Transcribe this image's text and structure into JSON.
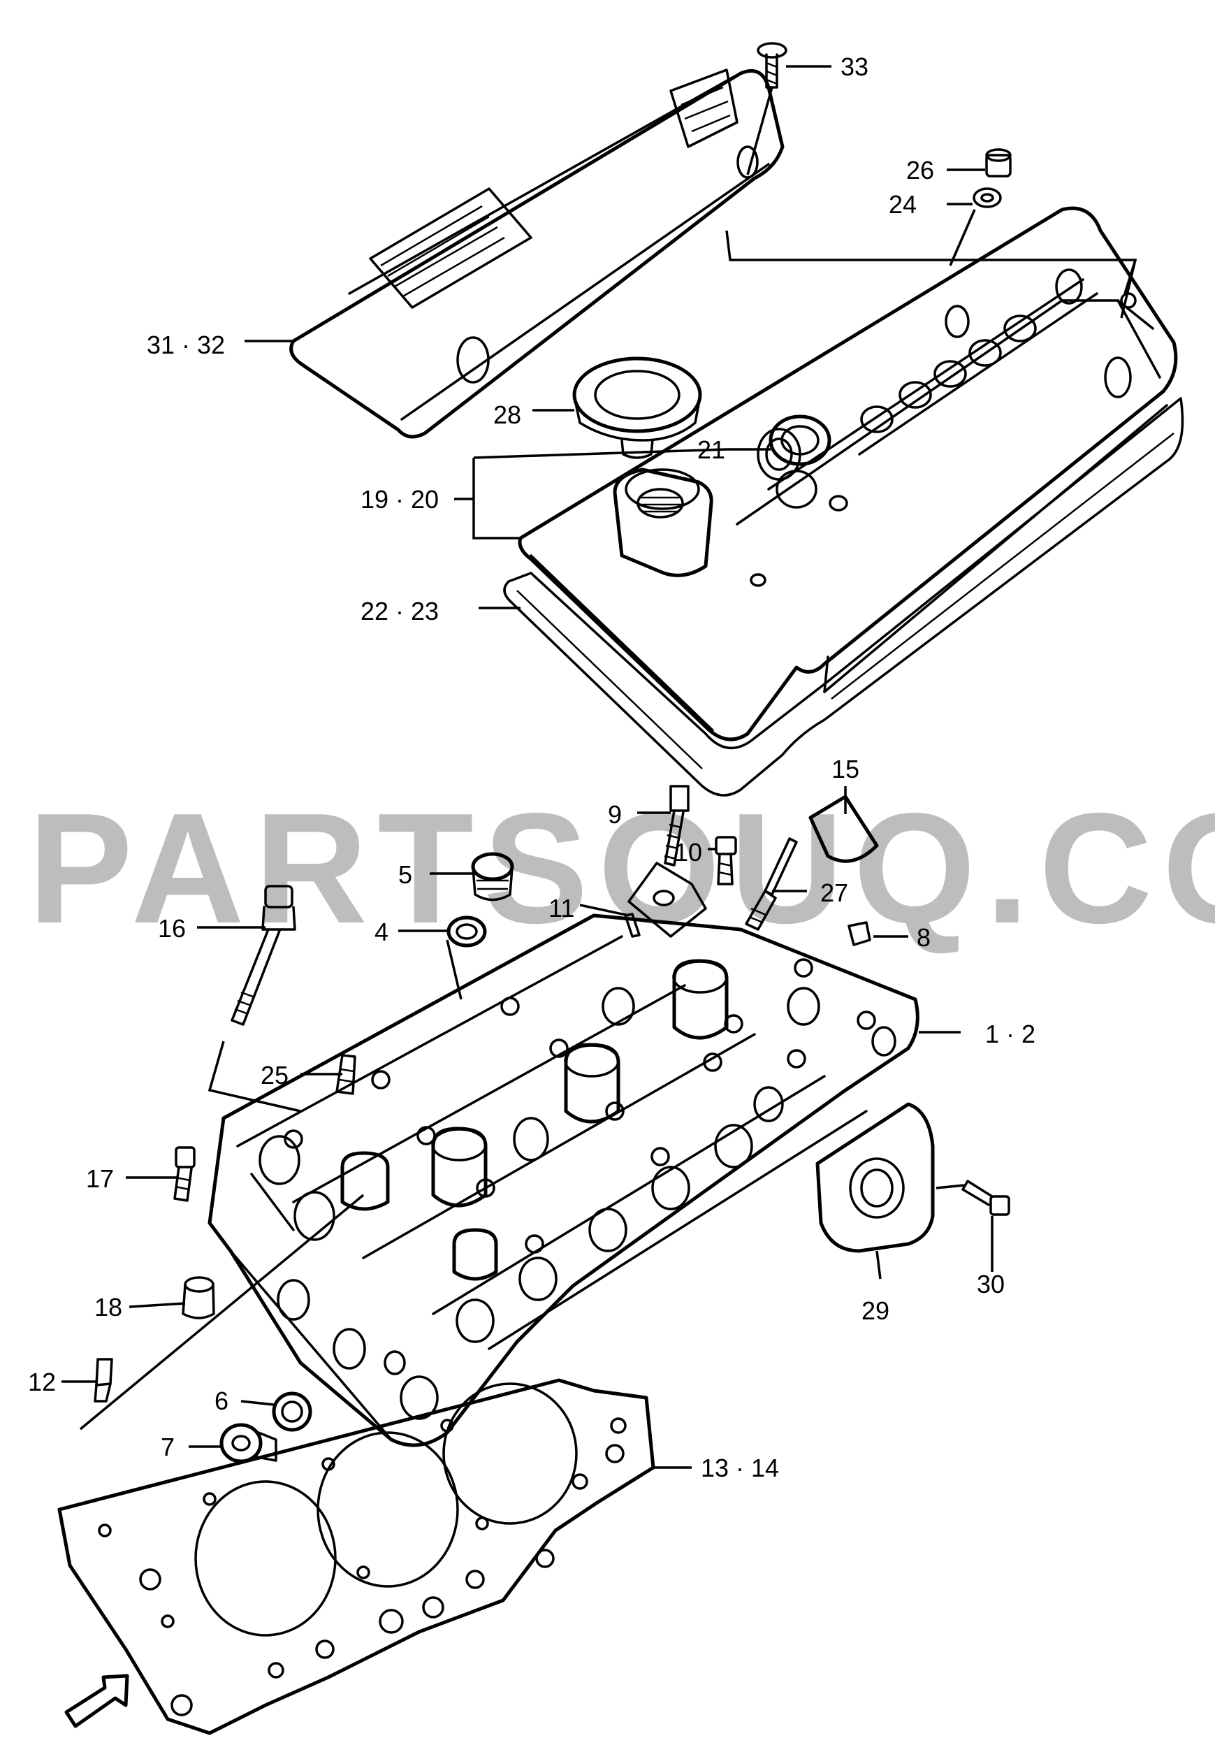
{
  "watermark": "PARTSOUQ.COM",
  "callouts": {
    "c33": "33",
    "c26": "26",
    "c24": "24",
    "c3132": "31 · 32",
    "c28": "28",
    "c21": "21",
    "c1920": "19 · 20",
    "c2223": "22 · 23",
    "c15": "15",
    "c9": "9",
    "c10": "10",
    "c5": "5",
    "c27": "27",
    "c11": "11",
    "c16": "16",
    "c4": "4",
    "c8": "8",
    "c12b": "1 · 2",
    "c25": "25",
    "c17": "17",
    "c30": "30",
    "c18": "18",
    "c29": "29",
    "c12": "12",
    "c6": "6",
    "c7": "7",
    "c1314": "13 · 14"
  }
}
